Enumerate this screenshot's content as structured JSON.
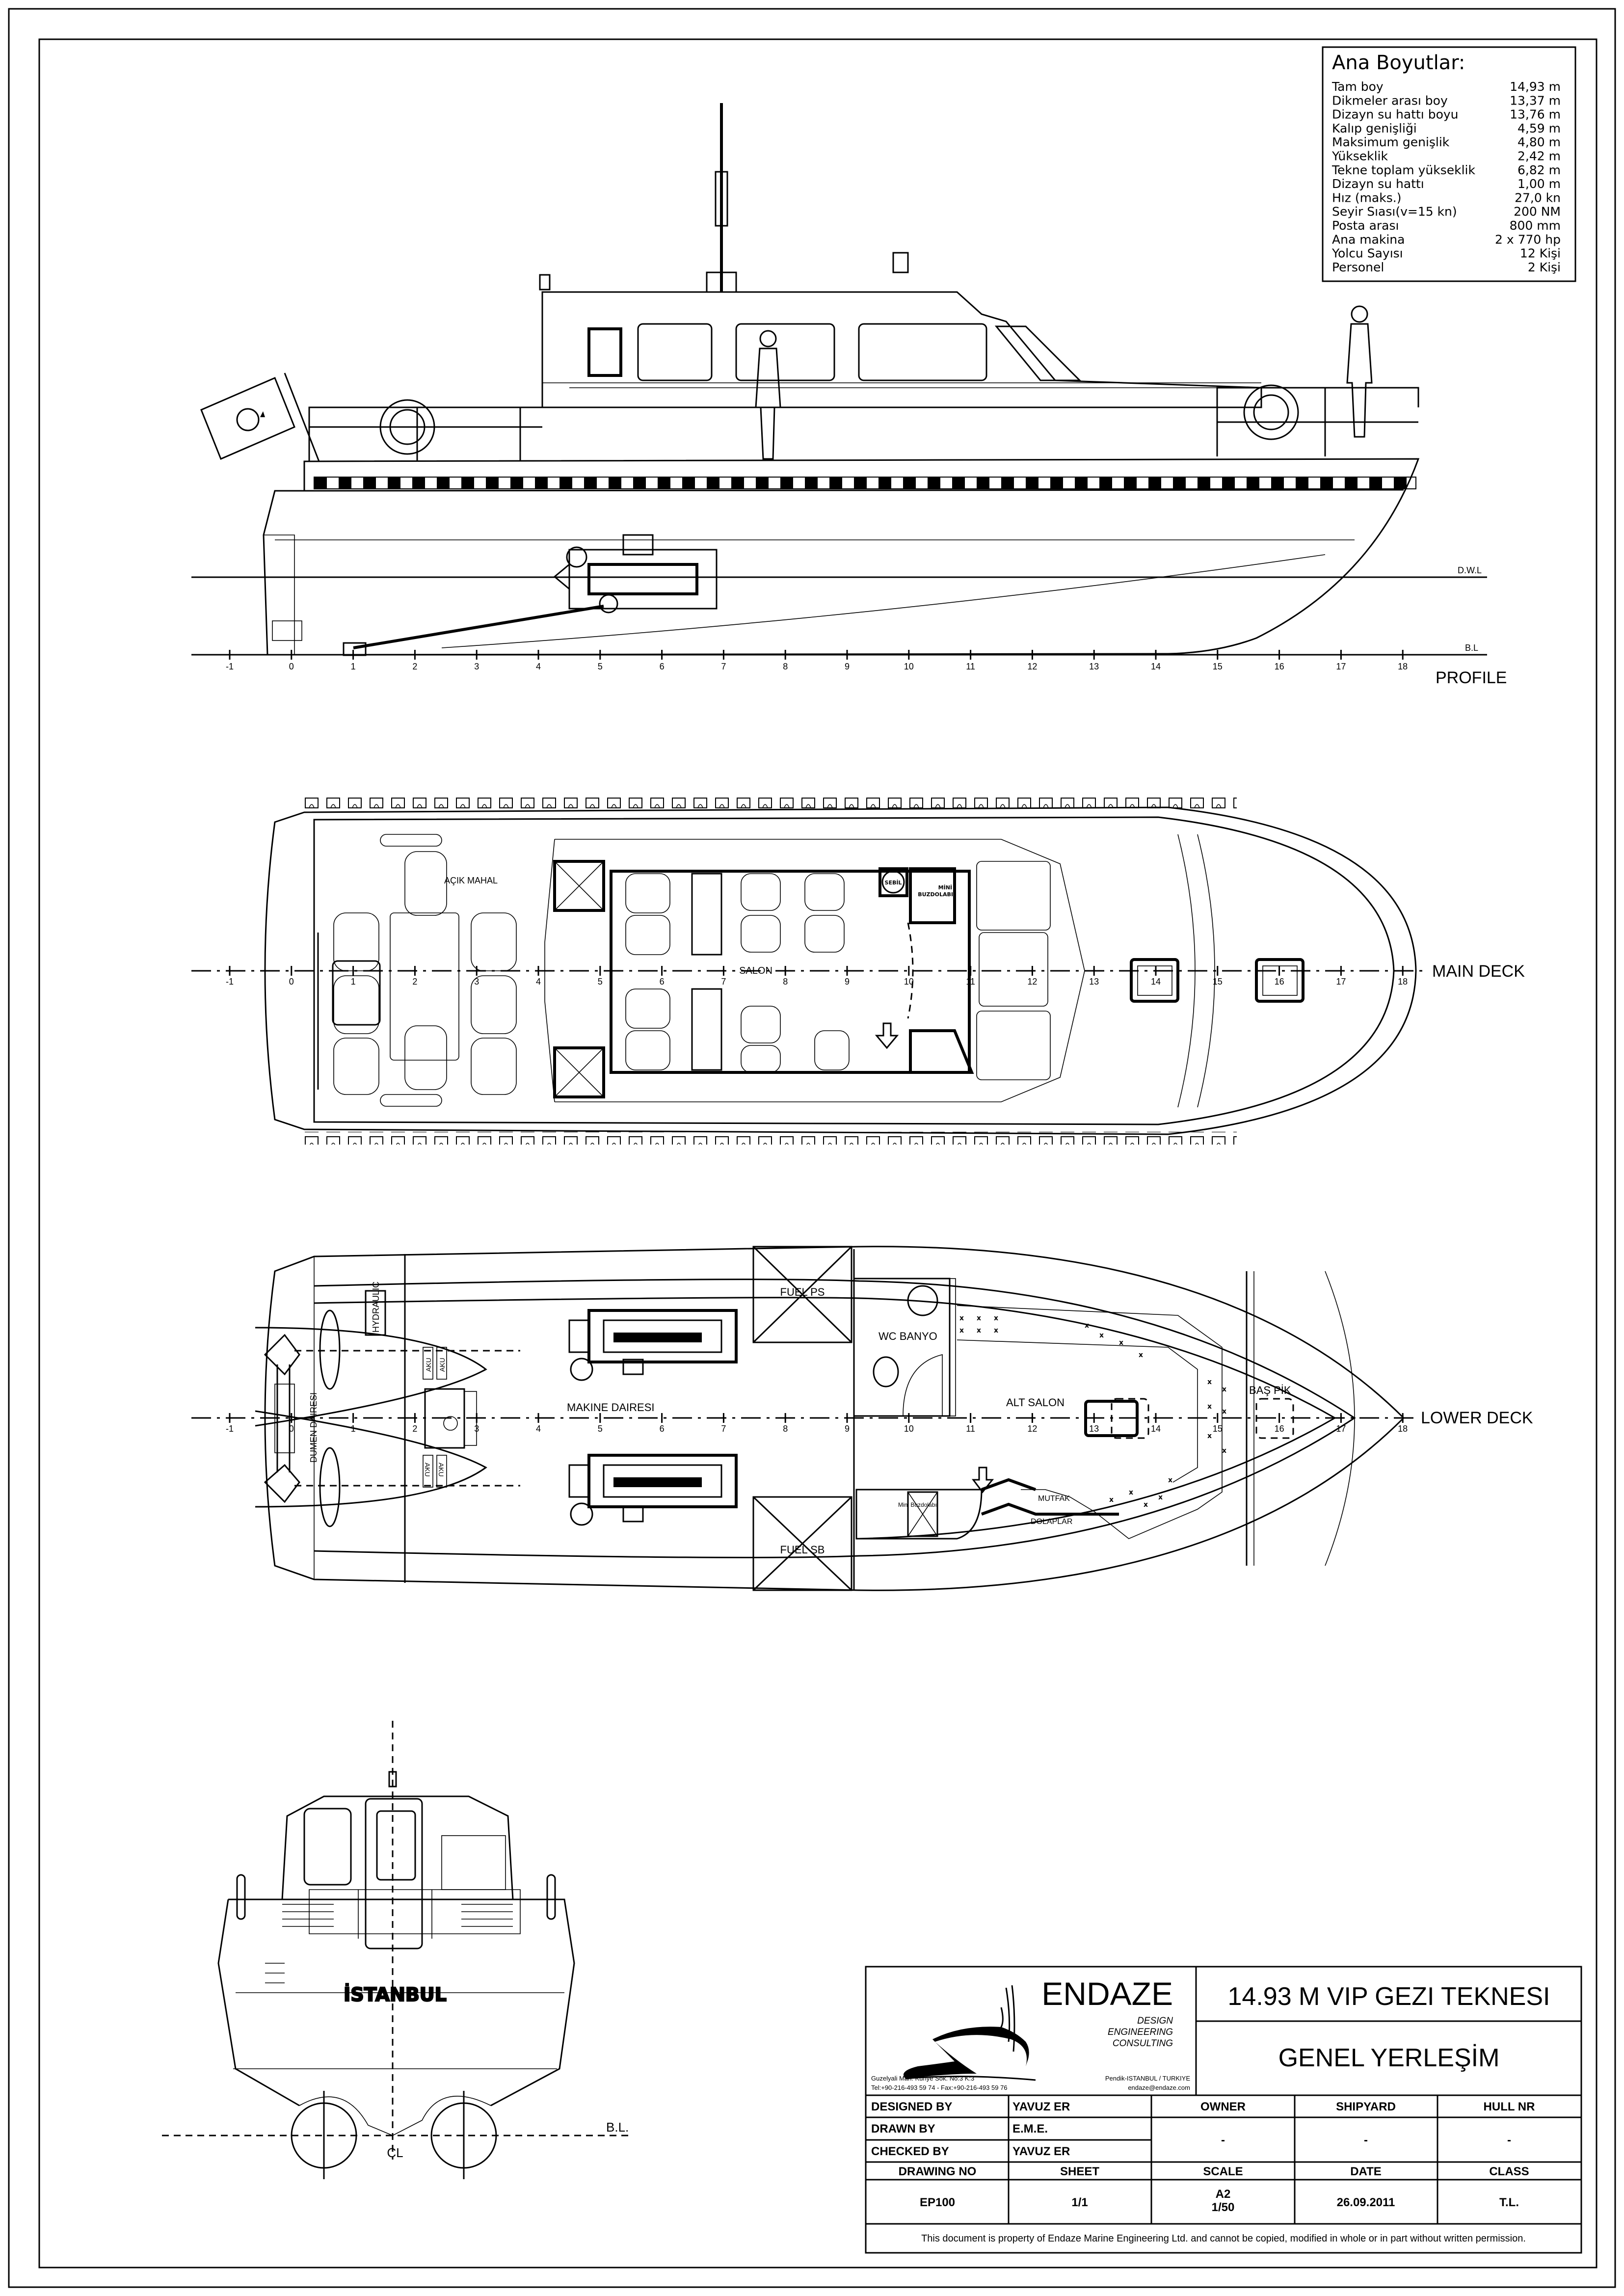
{
  "dimensions": {
    "title": "Ana Boyutlar:",
    "rows": [
      {
        "label": "Tam boy",
        "value": "14,93 m"
      },
      {
        "label": "Dikmeler arası boy",
        "value": "13,37 m"
      },
      {
        "label": "Dizayn su hattı boyu",
        "value": "13,76 m"
      },
      {
        "label": "Kalıp genişliği",
        "value": "4,59 m"
      },
      {
        "label": "Maksimum genişlik",
        "value": "4,80 m"
      },
      {
        "label": "Yükseklik",
        "value": "2,42 m"
      },
      {
        "label": "Tekne toplam yükseklik",
        "value": "6,82 m"
      },
      {
        "label": "Dizayn su hattı",
        "value": "1,00 m"
      },
      {
        "label": "Hız (maks.)",
        "value": "27,0 kn"
      },
      {
        "label": "Seyir Sıası(v=15 kn)",
        "value": "200 NM"
      },
      {
        "label": "Posta arası",
        "value": "800 mm"
      },
      {
        "label": "Ana makina",
        "value": "2 x 770 hp"
      },
      {
        "label": "Yolcu Sayısı",
        "value": "12 Kişi"
      },
      {
        "label": "Personel",
        "value": "2 Kişi"
      }
    ]
  },
  "frames": [
    "-1",
    "0",
    "1",
    "2",
    "3",
    "4",
    "5",
    "6",
    "7",
    "8",
    "9",
    "10",
    "11",
    "12",
    "13",
    "14",
    "15",
    "16",
    "17",
    "18"
  ],
  "profile": {
    "label": "PROFILE",
    "dwl": "D.W.L",
    "bl": "B.L"
  },
  "main_deck": {
    "label": "MAIN DECK",
    "acik_mahal": "AÇIK MAHAL",
    "salon": "SALON",
    "sebil": "SEBİL",
    "buzdolabi_1": "MİNİ",
    "buzdolabi_2": "BUZDOLABI"
  },
  "lower_deck": {
    "label": "LOWER DECK",
    "makine": "MAKINE DAIRESI",
    "hydraulic": "HYDRAULIC",
    "dumen": "DUMEN DAIRESI",
    "aku": "AKU",
    "fuel_ps": "FUEL PS",
    "fuel_sb": "FUEL SB",
    "wc": "WC BANYO",
    "alt_salon": "ALT SALON",
    "bas_pik": "BAŞ PİK",
    "mutfak": "MUTFAK",
    "dolaplar": "DOLAPLAR",
    "mini_buzdolabi": "Mini Buzdolabı"
  },
  "front_view": {
    "name": "İSTANBUL",
    "cl": "CL",
    "bl": "B.L."
  },
  "title_block": {
    "company": "ENDAZE",
    "tagline": [
      "DESIGN",
      "ENGINEERING",
      "CONSULTING"
    ],
    "address": "Guzelyali Mah. Kunye Sok. No:3 K:3",
    "city": "Pendik-ISTANBUL / TURKIYE",
    "phone": "Tel:+90-216-493 59 74 - Fax:+90-216-493 59 76",
    "email": "endaze@endaze.com",
    "project": "14.93 M VIP GEZI TEKNESI",
    "drawing_title": "GENEL YERLEŞİM",
    "designed_by_label": "DESIGNED BY",
    "designed_by": "YAVUZ ER",
    "drawn_by_label": "DRAWN BY",
    "drawn_by": "E.M.E.",
    "checked_by_label": "CHECKED BY",
    "checked_by": "YAVUZ ER",
    "owner_label": "OWNER",
    "owner": "-",
    "shipyard_label": "SHIPYARD",
    "shipyard": "-",
    "hull_label": "HULL NR",
    "hull": "-",
    "drawing_no_label": "DRAWING NO",
    "drawing_no": "EP100",
    "sheet_label": "SHEET",
    "sheet": "1/1",
    "scale_label": "SCALE",
    "scale_size": "A2",
    "scale": "1/50",
    "date_label": "DATE",
    "date": "26.09.2011",
    "class_label": "CLASS",
    "class": "T.L.",
    "footer": "This document is property of  Endaze Marine Engineering Ltd. and cannot be copied, modified in whole or in part without written permission."
  }
}
